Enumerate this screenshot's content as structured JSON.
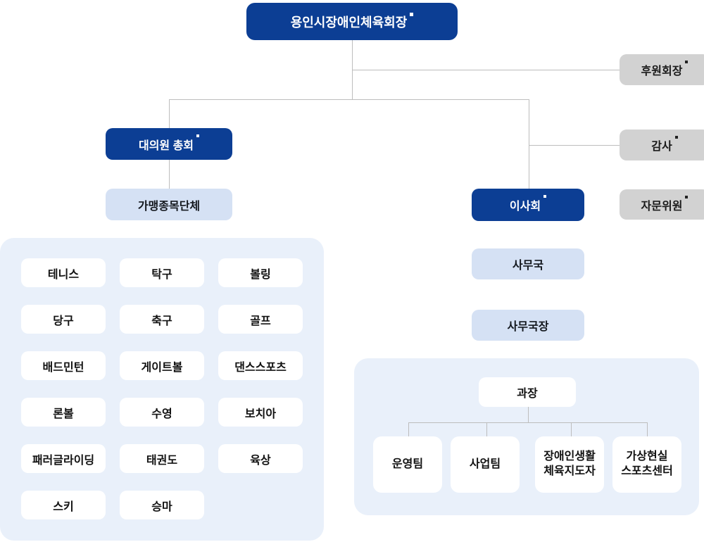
{
  "palette": {
    "primary_blue": "#0c3e94",
    "light_blue_box": "#d5e1f4",
    "panel_background": "#e9f0fa",
    "gray_box": "#d2d2d2",
    "connector_line": "#bdbdbd",
    "white_box": "#ffffff",
    "text_dark": "#141414",
    "text_light": "#ffffff"
  },
  "chart": {
    "root": "용인시장애인체육회장",
    "sponsor_chair": "후원회장",
    "auditor": "감사",
    "advisor": "자문위원",
    "assembly": "대의원 총회",
    "affiliated_org": "가맹종목단체",
    "board": "이사회",
    "secretariat": "사무국",
    "secretariat_head": "사무국장"
  },
  "sports_panel": {
    "items": [
      "테니스",
      "탁구",
      "볼링",
      "당구",
      "축구",
      "골프",
      "배드민턴",
      "게이트볼",
      "댄스스포츠",
      "론볼",
      "수영",
      "보치아",
      "패러글라이딩",
      "태권도",
      "육상",
      "스키",
      "승마"
    ]
  },
  "dept_panel": {
    "manager": "과장",
    "teams": [
      {
        "line1": "운영팀",
        "line2": ""
      },
      {
        "line1": "사업팀",
        "line2": ""
      },
      {
        "line1": "장애인생활",
        "line2": "체육지도자"
      },
      {
        "line1": "가상현실",
        "line2": "스포츠센터"
      }
    ]
  }
}
